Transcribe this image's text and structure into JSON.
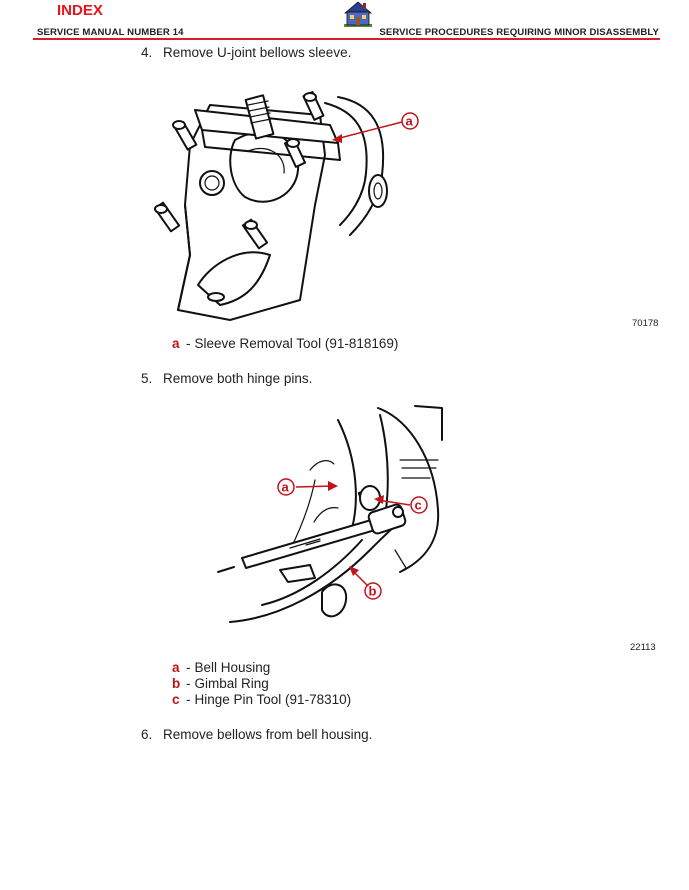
{
  "header": {
    "index_label": "INDEX",
    "left": "SERVICE MANUAL NUMBER 14",
    "right": "SERVICE PROCEDURES REQUIRING MINOR DISASSEMBLY",
    "home_icon": "house-icon"
  },
  "steps": [
    {
      "number": "4.",
      "text": "Remove U-joint bellows sleeve."
    },
    {
      "number": "5.",
      "text": "Remove both hinge pins."
    },
    {
      "number": "6.",
      "text": "Remove bellows from bell housing."
    }
  ],
  "figure1": {
    "figure_number": "70178",
    "callouts": [
      "a"
    ],
    "legend": [
      {
        "key": "a",
        "text": "Sleeve Removal Tool (91-818169)"
      }
    ]
  },
  "figure2": {
    "figure_number": "22113",
    "callouts": [
      "a",
      "b",
      "c"
    ],
    "legend": [
      {
        "key": "a",
        "text": "Bell Housing"
      },
      {
        "key": "b",
        "text": "Gimbal Ring"
      },
      {
        "key": "c",
        "text": "Hinge Pin Tool (91-78310)"
      }
    ]
  },
  "colors": {
    "accent": "#e8141a",
    "callout": "#c0141c",
    "rule": "#d61f26"
  }
}
